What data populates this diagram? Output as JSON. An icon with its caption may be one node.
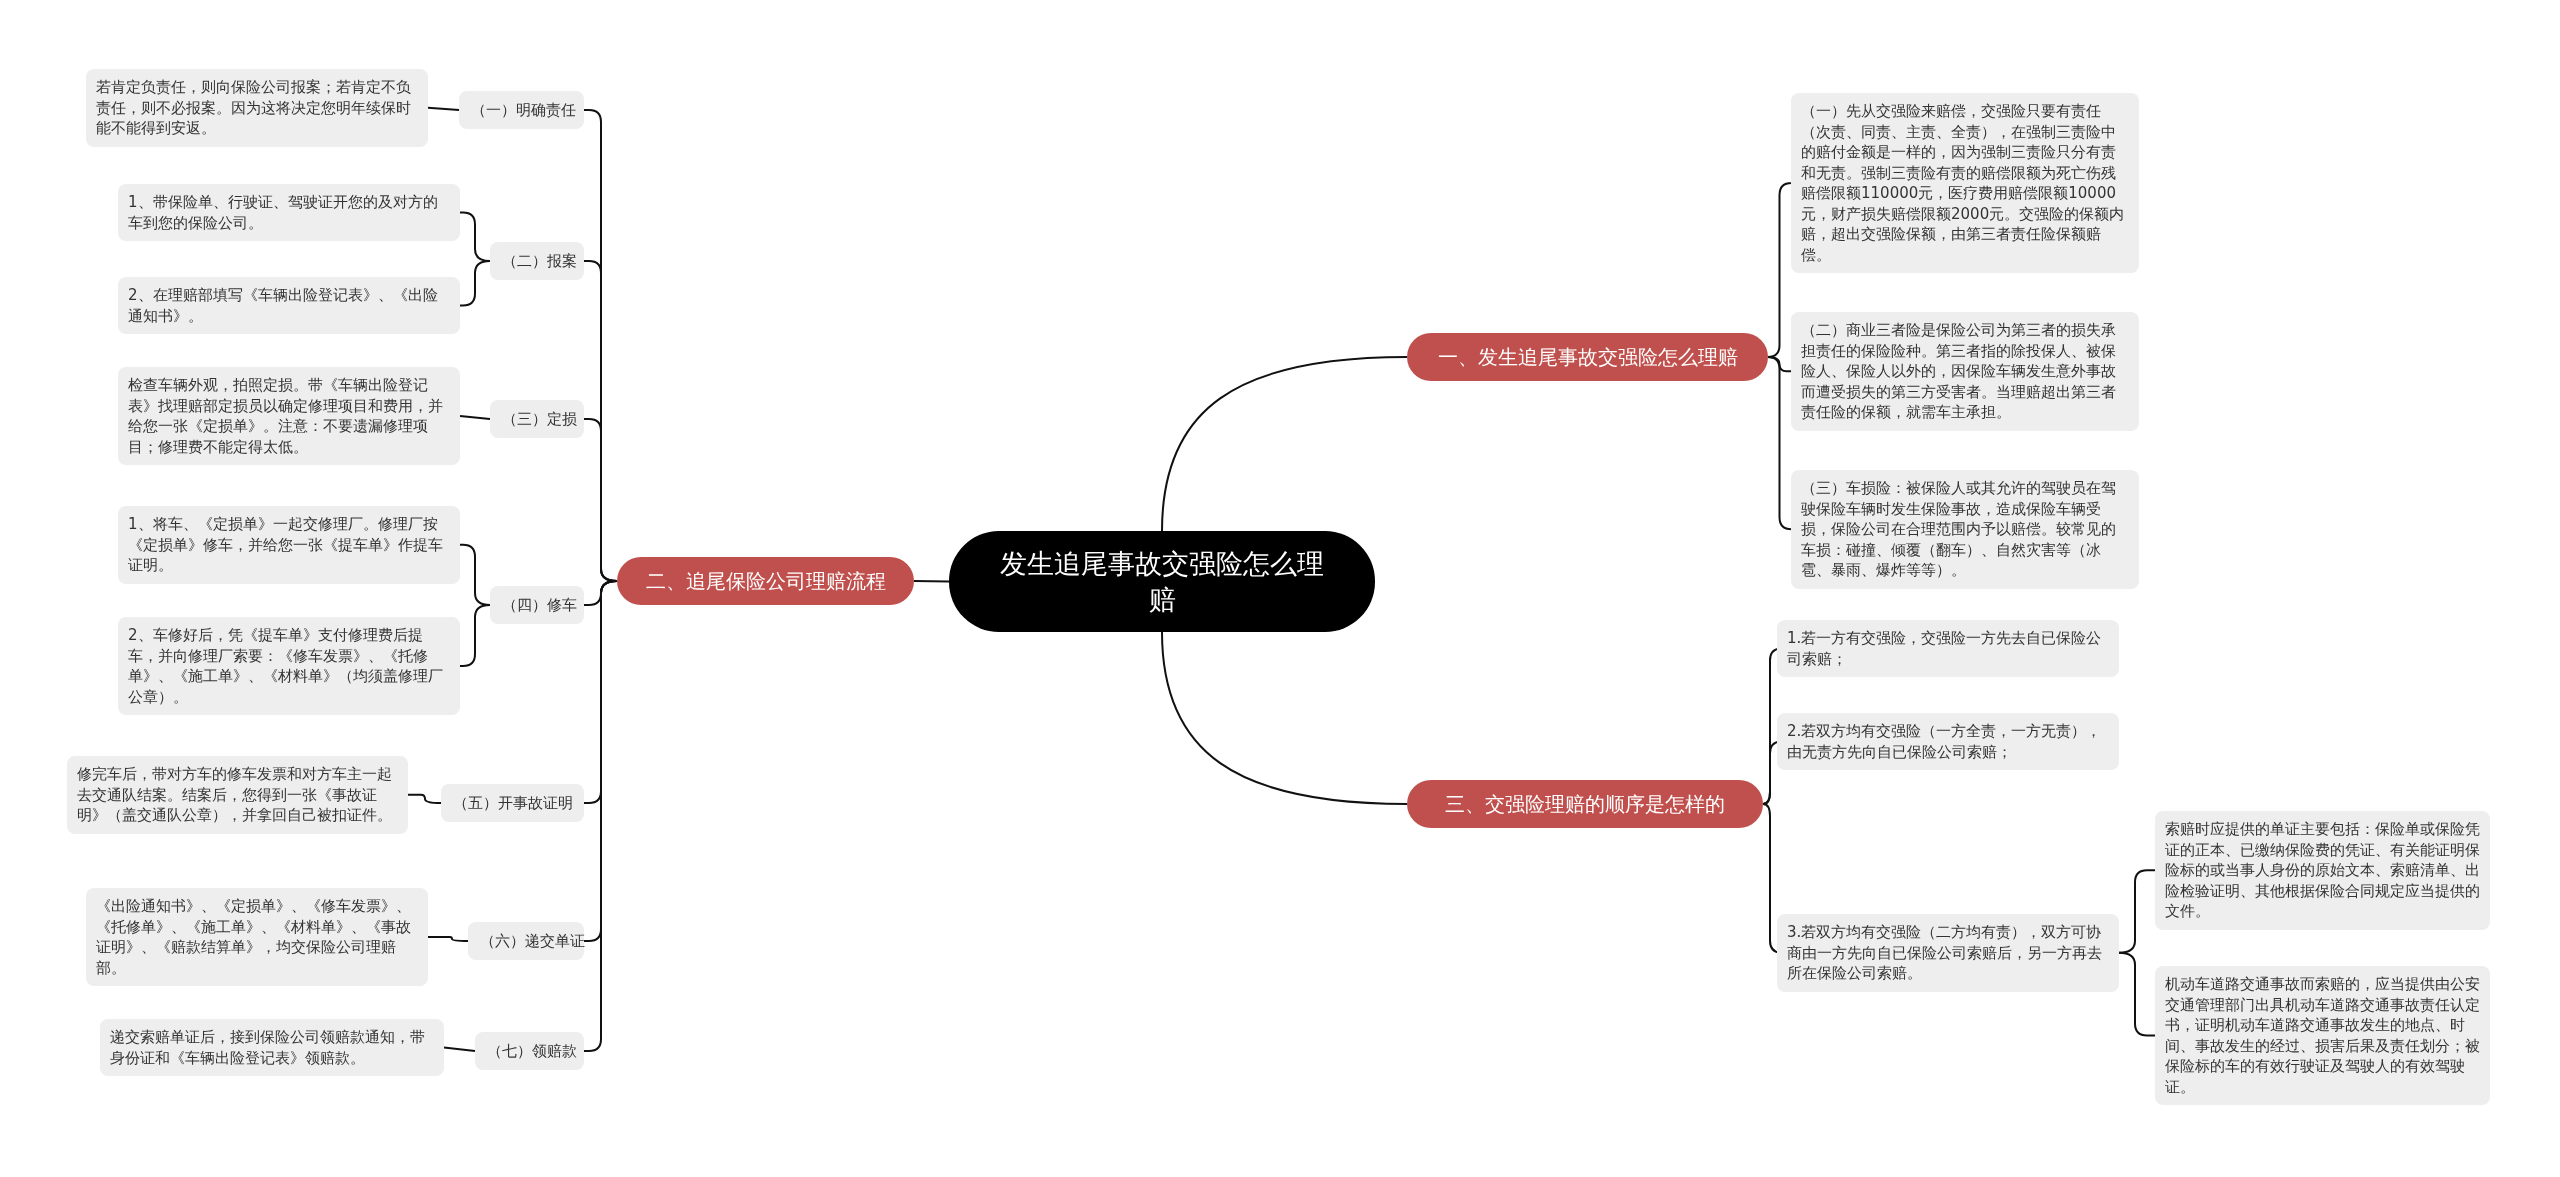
{
  "diagram": {
    "nodes": [
      {
        "text": [
          "发生追尾事故交强险怎么理赔"
        ]
      },
      {
        "text": [
          "一、发生追尾事故交强险怎么理赔"
        ]
      },
      {
        "text": [
          "二、追尾保险公司理赔流程"
        ]
      },
      {
        "text": [
          "三、交强险理赔的顺序是怎样的"
        ]
      },
      {
        "text": [
          "（一）先从交强险来赔偿，交强险只要有责任（次责、同责、主责、全责），在强制三责险中的赔付金额是一样的，因为强制三责险只分有责和无责。强制三责险有责的赔偿限额为死亡伤残赔偿限额110000元，医疗费用赔偿限额10000元，财产损失赔偿限额2000元。交强险的保额内赔，超出交强险保额，由第三者责任险保额赔偿。"
        ]
      },
      {
        "text": [
          "（二）商业三者险是保险公司为第三者的损失承担责任的保险险种。第三者指的除投保人、被保险人、保险人以外的，因保险车辆发生意外事故而遭受损失的第三方受害者。当理赔超出第三者责任险的保额，就需车主承担。"
        ]
      },
      {
        "text": [
          "（三）车损险：被保险人或其允许的驾驶员在驾驶保险车辆时发生保险事故，造成保险车辆受损，保险公司在合理范围内予以赔偿。较常见的车损：碰撞、倾覆（翻车）、自然灾害等（冰雹、暴雨、爆炸等等）。"
        ]
      },
      {
        "text": [
          "1.若一方有交强险，交强险一方先去自已保险公司索赔；"
        ]
      },
      {
        "text": [
          "2.若双方均有交强险（一方全责，一方无责），由无责方先向自已保险公司索赔；"
        ]
      },
      {
        "text": [
          "3.若双方均有交强险（二方均有责），双方可协商由一方先向自已保险公司索赔后，另一方再去所在保险公司索赔。"
        ]
      },
      {
        "text": [
          "索赔时应提供的单证主要包括：保险单或保险凭证的正本、已缴纳保险费的凭证、有关能证明保险标的或当事人身份的原始文本、索赔清单、出险检验证明、其他根据保险合同规定应当提供的文件。"
        ]
      },
      {
        "text": [
          "机动车道路交通事故而索赔的，应当提供由公安交通管理部门出具机动车道路交通事故责任认定书，证明机动车道路交通事故发生的地点、时间、事故发生的经过、损害后果及责任划分；被保险标的车的有效行驶证及驾驶人的有效驾驶证。"
        ]
      },
      {
        "text": [
          "（一）明确责任"
        ]
      },
      {
        "text": [
          "若肯定负责任，则向保险公司报案；若肯定不负责任，则不必报案。因为这将决定您明年续保时能不能得到安返。"
        ]
      },
      {
        "text": [
          "（二）报案"
        ]
      },
      {
        "text": [
          "1、带保险单、行驶证、驾驶证开您的及对方的车到您的保险公司。"
        ]
      },
      {
        "text": [
          "2、在理赔部填写《车辆出险登记表》、《出险通知书》。"
        ]
      },
      {
        "text": [
          "（三）定损"
        ]
      },
      {
        "text": [
          "检查车辆外观，拍照定损。带《车辆出险登记表》找理赔部定损员以确定修理项目和费用，并给您一张《定损单》。注意：不要遗漏修理项目；修理费不能定得太低。"
        ]
      },
      {
        "text": [
          "（四）修车"
        ]
      },
      {
        "text": [
          "1、将车、《定损单》一起交修理厂。修理厂按《定损单》修车，并给您一张《提车单》作提车证明。"
        ]
      },
      {
        "text": [
          "2、车修好后，凭《提车单》支付修理费后提车，并向修理厂索要：《修车发票》、《托修单》、《施工单》、《材料单》（均须盖修理厂公章）。"
        ]
      },
      {
        "text": [
          "（五）开事故证明"
        ]
      },
      {
        "text": [
          "修完车后，带对方车的修车发票和对方车主一起去交通队结案。结案后，您得到一张《事故证明》（盖交通队公章），并拿回自己被扣证件。"
        ]
      },
      {
        "text": [
          "（六）递交单证"
        ]
      },
      {
        "text": [
          "《出险通知书》、《定损单》、《修车发票》、《托修单》、《施工单》、《材料单》、《事故证明》、《赔款结算单》，均交保险公司理赔部。"
        ]
      },
      {
        "text": [
          "（七）领赔款"
        ]
      },
      {
        "text": [
          "递交索赔单证后，接到保险公司领赔款通知，带身份证和《车辆出险登记表》领赔款。"
        ]
      }
    ],
    "edges": [
      {
        "from": 0,
        "to": 1,
        "arrow": "none"
      },
      {
        "from": 0,
        "to": 2,
        "arrow": "none"
      },
      {
        "from": 0,
        "to": 3,
        "arrow": "none"
      },
      {
        "from": 1,
        "to": 4,
        "arrow": "none"
      },
      {
        "from": 1,
        "to": 5,
        "arrow": "none"
      },
      {
        "from": 1,
        "to": 6,
        "arrow": "none"
      },
      {
        "from": 3,
        "to": 7,
        "arrow": "none"
      },
      {
        "from": 3,
        "to": 8,
        "arrow": "none"
      },
      {
        "from": 3,
        "to": 9,
        "arrow": "none"
      },
      {
        "from": 9,
        "to": 10,
        "arrow": "none"
      },
      {
        "from": 9,
        "to": 11,
        "arrow": "none"
      },
      {
        "from": 2,
        "to": 12,
        "arrow": "none"
      },
      {
        "from": 12,
        "to": 13,
        "arrow": "none"
      },
      {
        "from": 2,
        "to": 14,
        "arrow": "none"
      },
      {
        "from": 14,
        "to": 15,
        "arrow": "none"
      },
      {
        "from": 14,
        "to": 16,
        "arrow": "none"
      },
      {
        "from": 2,
        "to": 17,
        "arrow": "none"
      },
      {
        "from": 17,
        "to": 18,
        "arrow": "none"
      },
      {
        "from": 2,
        "to": 19,
        "arrow": "none"
      },
      {
        "from": 19,
        "to": 20,
        "arrow": "none"
      },
      {
        "from": 19,
        "to": 21,
        "arrow": "none"
      },
      {
        "from": 2,
        "to": 22,
        "arrow": "none"
      },
      {
        "from": 22,
        "to": 23,
        "arrow": "none"
      },
      {
        "from": 2,
        "to": 24,
        "arrow": "none"
      },
      {
        "from": 24,
        "to": 25,
        "arrow": "none"
      },
      {
        "from": 2,
        "to": 26,
        "arrow": "none"
      },
      {
        "from": 26,
        "to": 27,
        "arrow": "none"
      }
    ]
  }
}
